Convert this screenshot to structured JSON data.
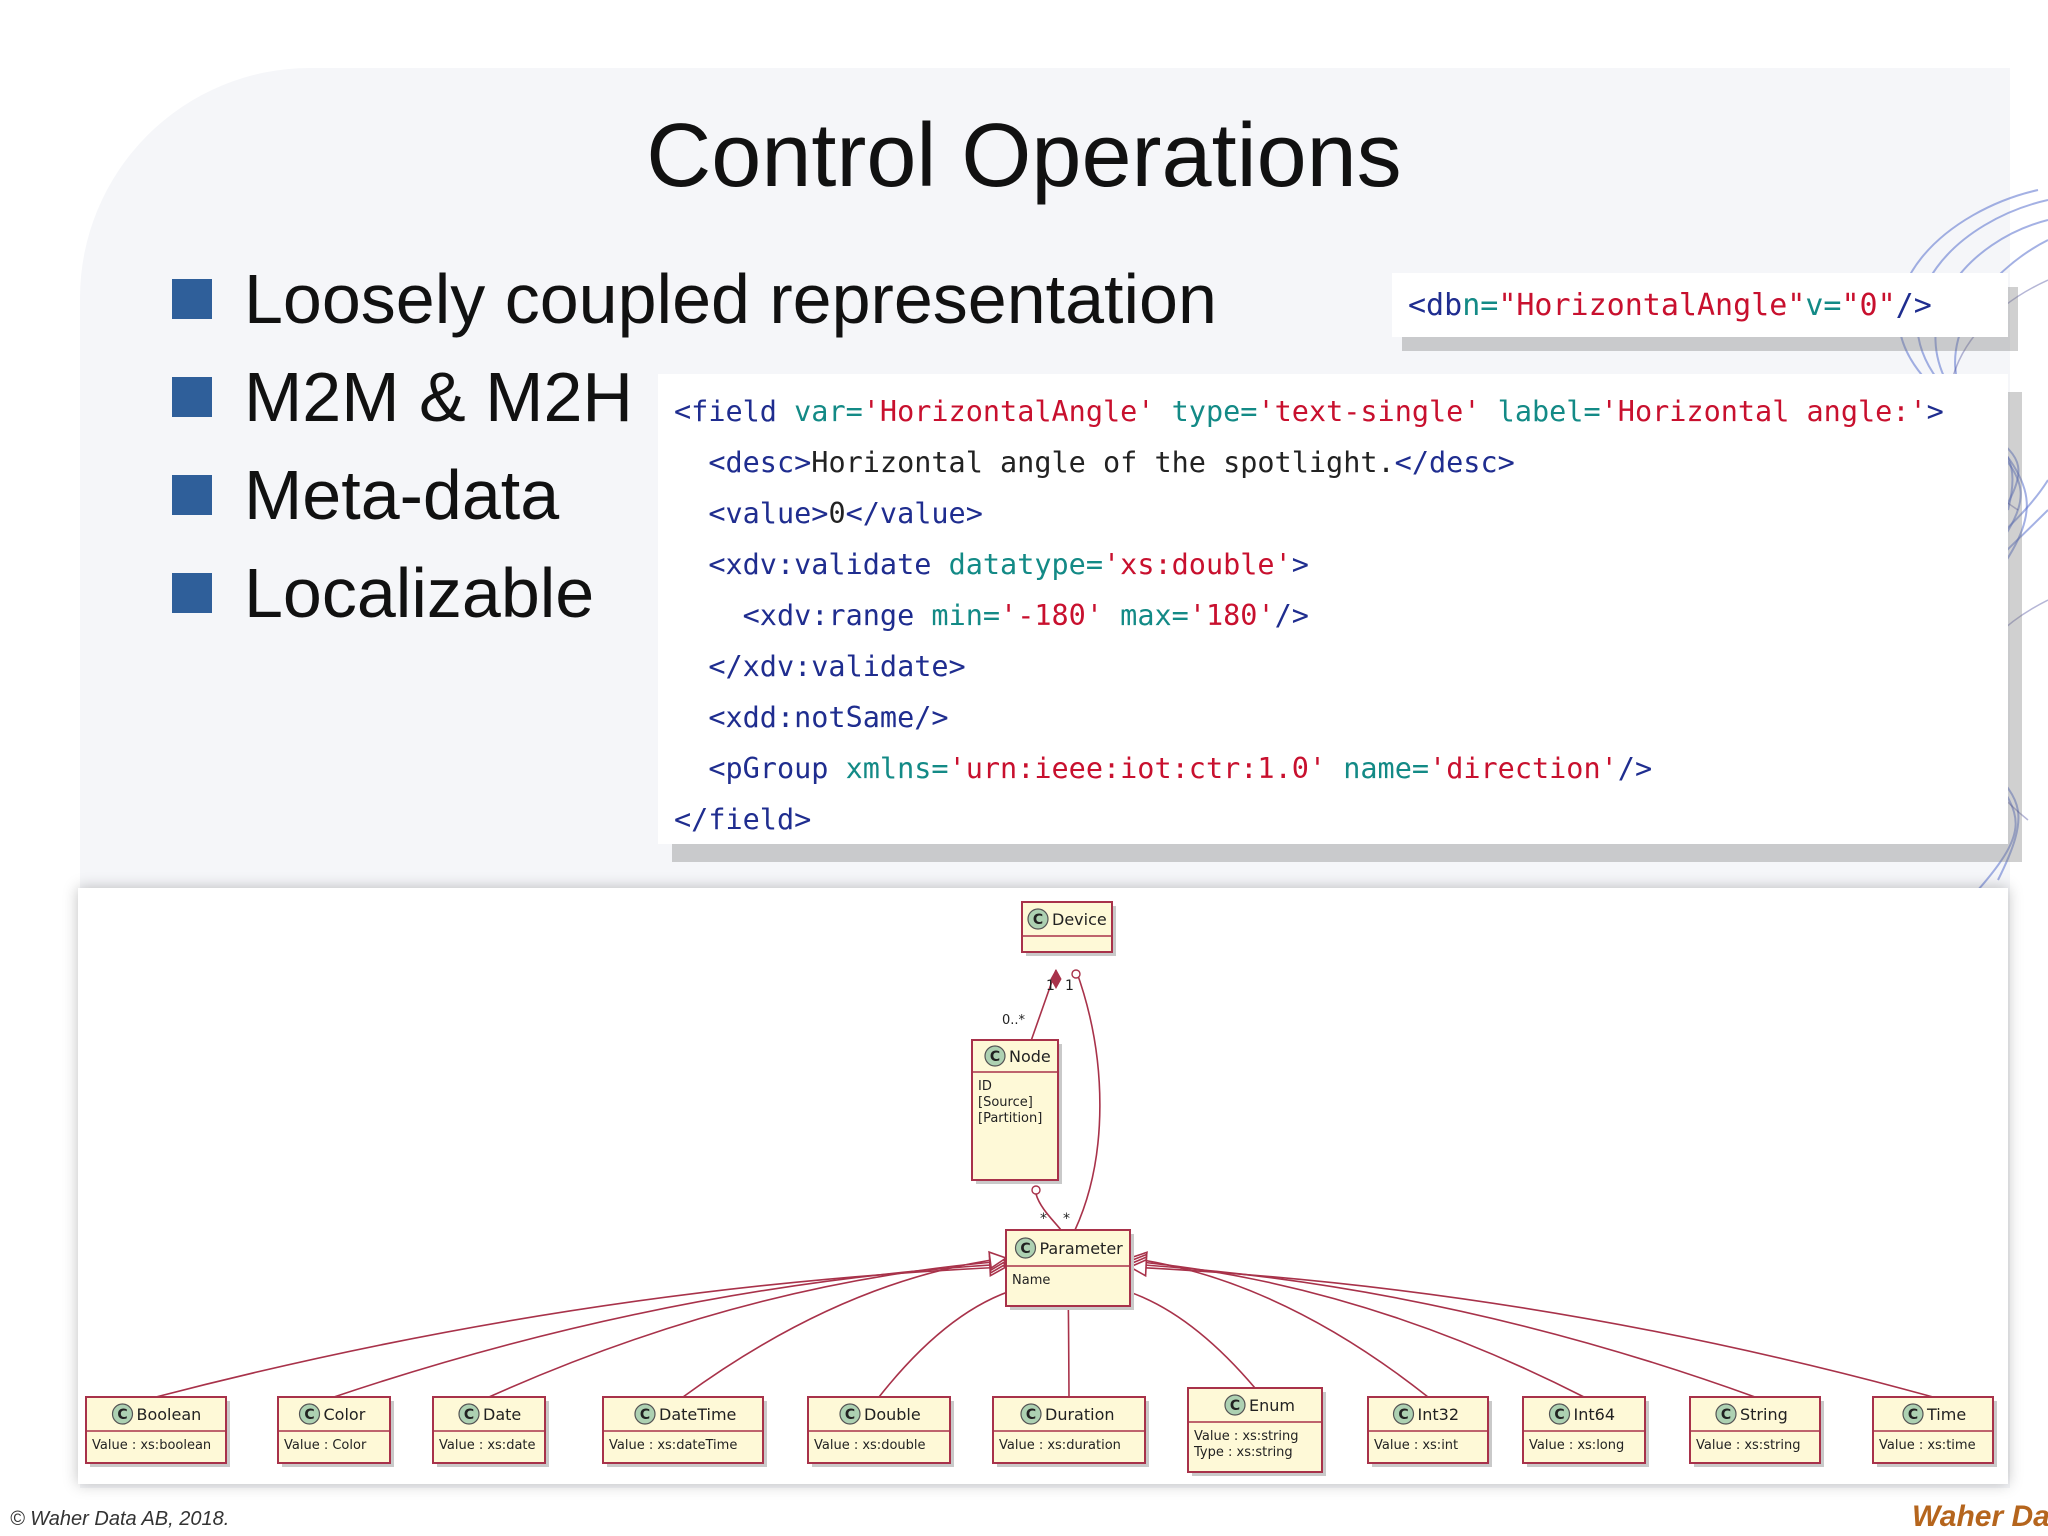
{
  "slide": {
    "title": "Control Operations",
    "bullets": [
      "Loosely coupled representation",
      "M2M & M2H",
      "Meta-data",
      "Localizable"
    ],
    "footer": "© Waher Data AB, 2018.",
    "logo": "Waher Data"
  },
  "db_snippet": {
    "open": "<db",
    "n_attr": "n=",
    "n_val": "\"HorizontalAngle\"",
    "v_attr": "v=",
    "v_val": "\"0\"",
    "close": "/>"
  },
  "field_snippet": {
    "l1": {
      "open": "<field",
      "a1": "var=",
      "v1": "'HorizontalAngle'",
      "a2": "type=",
      "v2": "'text-single'",
      "a3": "label=",
      "v3": "'Horizontal angle:'",
      "close": ">"
    },
    "l2": {
      "open": "<desc>",
      "text": "Horizontal angle of the spotlight.",
      "close": "</desc>"
    },
    "l3": {
      "open": "<value>",
      "text": "0",
      "close": "</value>"
    },
    "l4": {
      "open": "<xdv:validate",
      "a1": "datatype=",
      "v1": "'xs:double'",
      "close": ">"
    },
    "l5": {
      "open": "<xdv:range",
      "a1": "min=",
      "v1": "'-180'",
      "a2": "max=",
      "v2": "'180'",
      "close": "/>"
    },
    "l6": {
      "open": "</xdv:validate>"
    },
    "l7": {
      "open": "<xdd:notSame/>"
    },
    "l8": {
      "open": "<pGroup",
      "a1": "xmlns=",
      "v1": "'urn:ieee:iot:ctr:1.0'",
      "a2": "name=",
      "v2": "'direction'",
      "close": "/>"
    },
    "l9": {
      "open": "</field>"
    }
  },
  "uml": {
    "stereotype": "C",
    "device": {
      "name": "Device"
    },
    "node": {
      "name": "Node",
      "attrs": [
        "ID",
        "[Source]",
        "[Partition]"
      ]
    },
    "parameter": {
      "name": "Parameter",
      "attrs": [
        "Name"
      ]
    },
    "multiplicities": {
      "device_node_top": "1",
      "device_param_top": "1",
      "node_side": "0..*",
      "param_left": "*",
      "param_right": "*"
    },
    "types": [
      {
        "name": "Boolean",
        "attrs": [
          "Value : xs:boolean"
        ]
      },
      {
        "name": "Color",
        "attrs": [
          "Value : Color"
        ]
      },
      {
        "name": "Date",
        "attrs": [
          "Value : xs:date"
        ]
      },
      {
        "name": "DateTime",
        "attrs": [
          "Value : xs:dateTime"
        ]
      },
      {
        "name": "Double",
        "attrs": [
          "Value : xs:double"
        ]
      },
      {
        "name": "Duration",
        "attrs": [
          "Value : xs:duration"
        ]
      },
      {
        "name": "Enum",
        "attrs": [
          "Value : xs:string",
          "Type : xs:string"
        ]
      },
      {
        "name": "Int32",
        "attrs": [
          "Value : xs:int"
        ]
      },
      {
        "name": "Int64",
        "attrs": [
          "Value : xs:long"
        ]
      },
      {
        "name": "String",
        "attrs": [
          "Value : xs:string"
        ]
      },
      {
        "name": "Time",
        "attrs": [
          "Value : xs:time"
        ]
      }
    ],
    "colors": {
      "box_fill": "#fef9d7",
      "box_stroke": "#a8324a",
      "icon_fill": "#add1b2",
      "edge": "#a8324a"
    }
  }
}
